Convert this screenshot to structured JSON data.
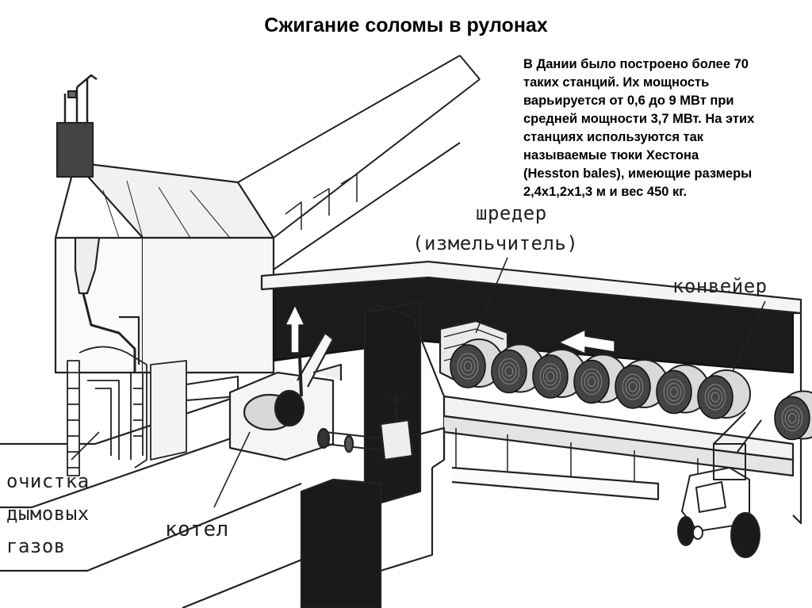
{
  "title": "Сжигание соломы в рулонах",
  "description": {
    "lines": [
      "В Дании было построено более 70",
      "таких станций. Их мощность",
      "варьируется от 0,6 до 9 МВт при",
      "средней мощности 3,7 МВт. На этих",
      "станциях используются так",
      "называемые тюки Хестона",
      "(Hesston bales), имеющие размеры",
      "2,4х1,2х1,3 м и вес 450 кг."
    ]
  },
  "labels": {
    "shredder_line1": "шредер",
    "shredder_line2": "(измельчитель)",
    "conveyor": "конвейер",
    "boiler": "котел",
    "flue_gas_line1": "очистка",
    "flue_gas_line2": "дымовых",
    "flue_gas_line3": "газов"
  },
  "bales": {
    "count": 8
  }
}
